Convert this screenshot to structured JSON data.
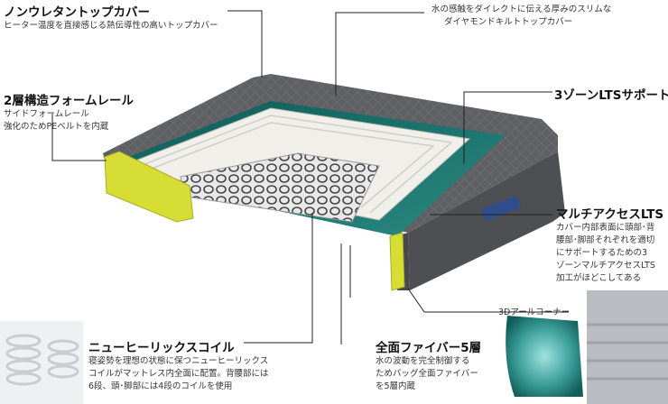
{
  "callouts": {
    "nonurethane": {
      "title": "ノンウレタントップカバー",
      "desc": "ヒーター温度を直接感じる熱伝導性の高いトップカバー"
    },
    "water_feel": {
      "lines": [
        "水の感触をダイレクトに伝える厚みのスリムな",
        "ダイヤモンドキルトトップカバー"
      ]
    },
    "foam_rail": {
      "title": "2層構造フォームレール",
      "lines": [
        "サイドフォームレール",
        "強化のためPEベルトを内蔵"
      ]
    },
    "three_zone": {
      "title": "3ゾーンLTSサポート"
    },
    "multi_access": {
      "title": "マルチアクセスLTS",
      "lines": [
        "カバー内部表面に頭部･背",
        "腰部･脚部それぞれを適切",
        "にサポートするための3",
        "ゾーンマルチアクセスLTS",
        "加工がほどこしてある"
      ]
    },
    "aal_corner": {
      "title": "3Dアールコーナー"
    },
    "coil": {
      "title": "ニューヒーリックスコイル",
      "lines": [
        "寝姿勢を理想の状態に保つニューヒーリックス",
        "コイルがマットレス内全面に配置。背腰部には",
        "6段、頭･脚部には4段のコイルを使用"
      ]
    },
    "fiber": {
      "title": "全面ファイバー5層",
      "lines": [
        "水の波動を完全制御する",
        "ためバッグ全面ファイバー",
        "を5層内蔵"
      ]
    }
  },
  "colors": {
    "cover": "#5b5d61",
    "water": "#1e6f6a",
    "rail": "#d4dc34",
    "fiber": "#efefea"
  }
}
